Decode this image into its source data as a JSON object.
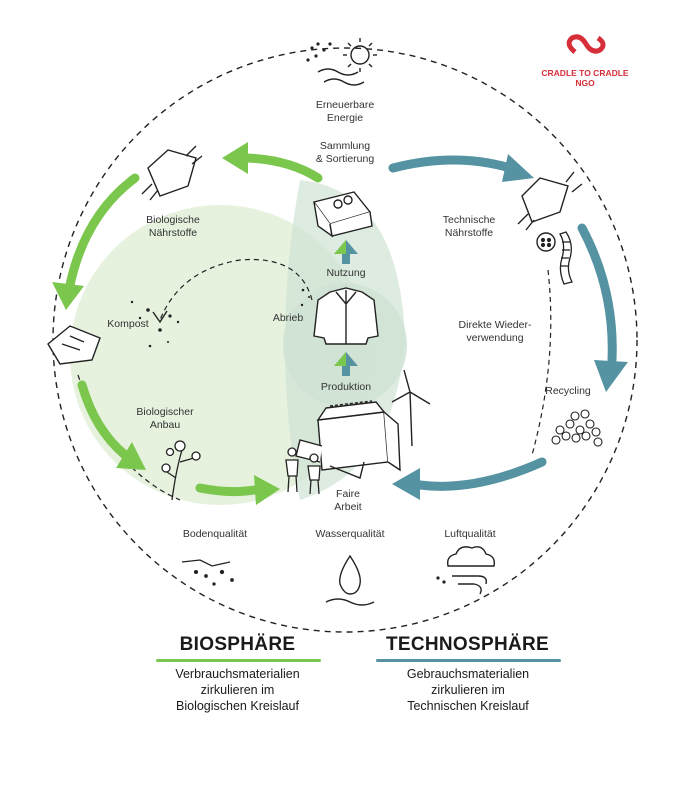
{
  "logo": {
    "line1": "CRADLE TO CRADLE",
    "line2": "NGO",
    "color": "#d62f3a"
  },
  "colors": {
    "bio_green": "#7bc74d",
    "tech_teal": "#5593a3",
    "bio_fill": "#e5f1dc",
    "overlap_fill": "#cde3d3"
  },
  "labels": {
    "energy": "Erneuerbare\nEnergie",
    "collection": "Sammlung\n& Sortierung",
    "bio_nutrients": "Biologische\nNährstoffe",
    "tech_nutrients": "Technische\nNährstoffe",
    "use": "Nutzung",
    "abrasion": "Abrieb",
    "compost": "Kompost",
    "direct_reuse": "Direkte Wieder-\nverwendung",
    "production": "Produktion",
    "recycling": "Recycling",
    "bio_cultivation": "Biologischer\nAnbau",
    "fair_work": "Faire\nArbeit",
    "soil_quality": "Bodenqualität",
    "water_quality": "Wasserqualität",
    "air_quality": "Luftqualität"
  },
  "biosphere": {
    "title": "BIOSPHÄRE",
    "text": "Verbrauchsmaterialien\nzirkulieren im\nBiologischen Kreislauf"
  },
  "technosphere": {
    "title": "TECHNOSPHÄRE",
    "text": "Gebrauchsmaterialien\nzirkulieren im\nTechnischen Kreislauf"
  },
  "icons": [
    "sun-icon",
    "logo-icon",
    "cloth-icon",
    "box-icon",
    "leaf-icon",
    "jacket-icon",
    "button-icon",
    "zipper-icon",
    "granules-icon",
    "cotton-plant-icon",
    "factory-icon",
    "wind-turbine-icon",
    "people-icon",
    "soil-icon",
    "water-drop-icon",
    "wind-cloud-icon"
  ]
}
